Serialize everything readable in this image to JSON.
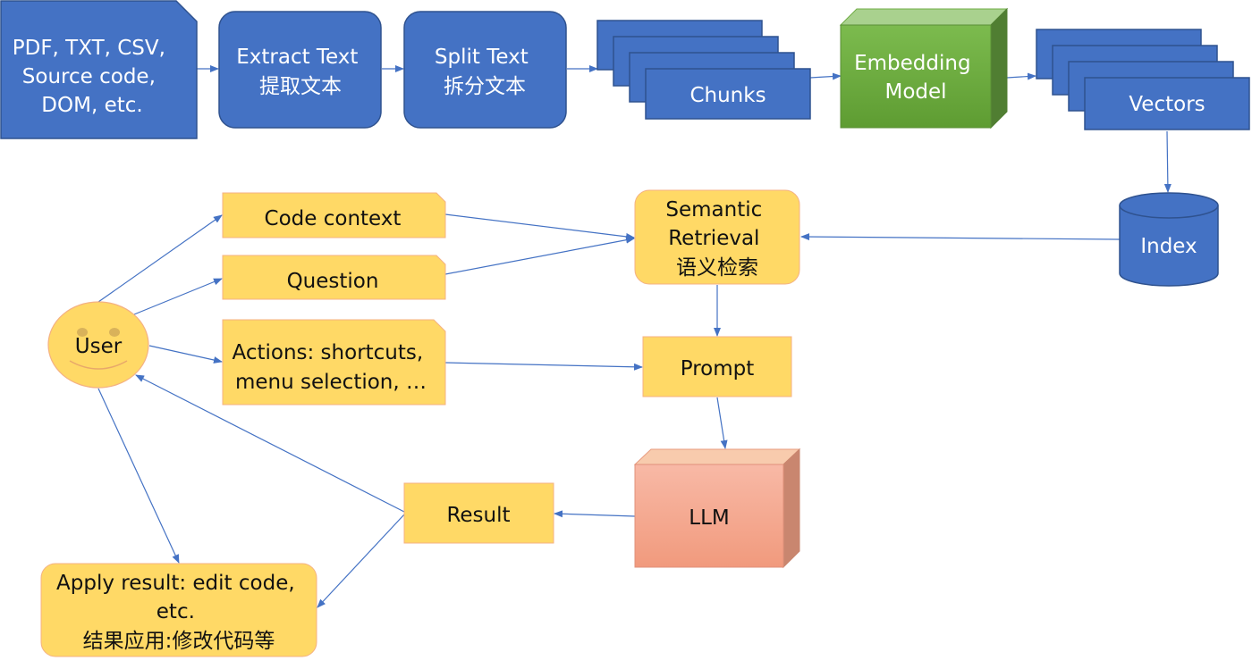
{
  "colors": {
    "blue": "#4472c4",
    "blue_dark": "#2f528f",
    "green": "#70ad47",
    "orange_fill": "#ffd966",
    "orange_stroke": "#f4b183",
    "llm": "#f4a48a",
    "arrow": "#4472c4"
  },
  "pipeline": {
    "sources": [
      "PDF, TXT, CSV,",
      "Source code,",
      "DOM, etc."
    ],
    "extract": [
      "Extract Text",
      "提取文本"
    ],
    "split": [
      "Split Text",
      "拆分文本"
    ],
    "chunks": "Chunks",
    "embedding": [
      "Embedding",
      "Model"
    ],
    "vectors": "Vectors",
    "index": "Index"
  },
  "flow": {
    "user": "User",
    "user_icon": "smiley-face-icon",
    "code_context": "Code context",
    "question": "Question",
    "actions": [
      "Actions: shortcuts,",
      "menu selection, …"
    ],
    "semantic_retrieval": [
      "Semantic",
      "Retrieval",
      "语义检索"
    ],
    "prompt": "Prompt",
    "llm": "LLM",
    "result": "Result",
    "apply": [
      "Apply result: edit code,",
      "etc.",
      "结果应用:修改代码等"
    ]
  }
}
